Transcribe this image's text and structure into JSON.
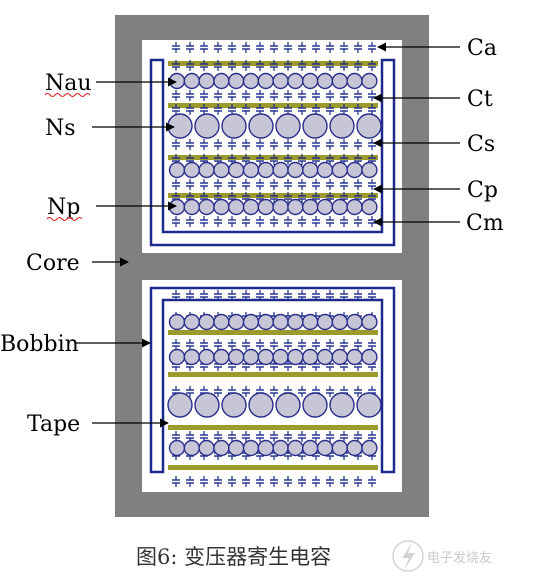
{
  "labels": {
    "ca": "Ca",
    "ct": "Ct",
    "cs": "Cs",
    "cp": "Cp",
    "cm": "Cm",
    "nau": "Nau",
    "ns": "Ns",
    "np": "Np",
    "core": "Core",
    "bobbin": "Bobbin",
    "tape": "Tape"
  },
  "caption": "图6: 变压器寄生电容",
  "watermark": "电子发烧友",
  "colors": {
    "core": "#808080",
    "window": "#ffffff",
    "bobbin": "#1c2a8c",
    "winding_fill": "#c6c6d6",
    "winding_stroke": "#2a2f8c",
    "tape": "#9c9a2c",
    "capacitor": "#1c2a8c",
    "arrow": "#000000"
  },
  "icons": {
    "watermark": "lightning-logo-icon"
  }
}
